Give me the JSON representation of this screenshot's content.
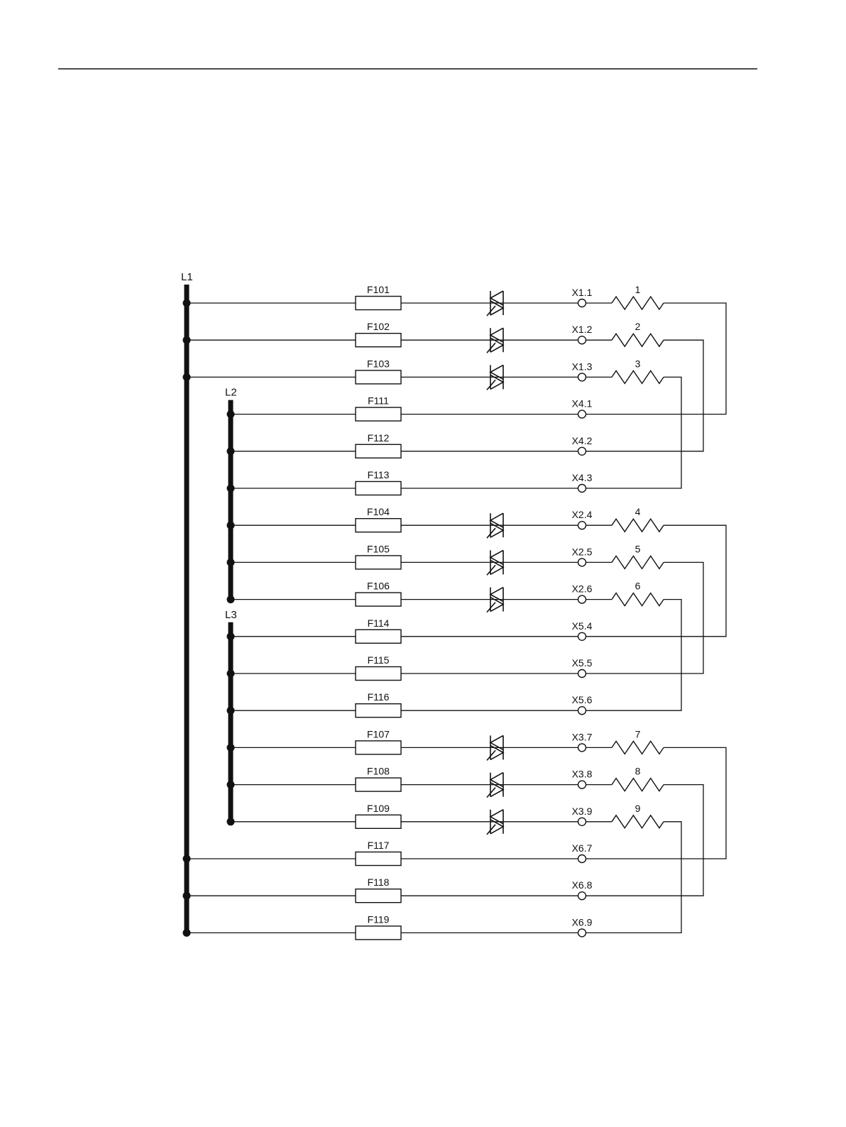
{
  "buses": [
    {
      "id": "L1",
      "label": "L1"
    },
    {
      "id": "L2",
      "label": "L2"
    },
    {
      "id": "L3",
      "label": "L3"
    }
  ],
  "rows": [
    {
      "bus": "L1",
      "fuse": "F101",
      "thyristor": true,
      "terminal": "X1.1",
      "heater": "1"
    },
    {
      "bus": "L1",
      "fuse": "F102",
      "thyristor": true,
      "terminal": "X1.2",
      "heater": "2"
    },
    {
      "bus": "L1",
      "fuse": "F103",
      "thyristor": true,
      "terminal": "X1.3",
      "heater": "3"
    },
    {
      "bus": "L2",
      "fuse": "F111",
      "thyristor": false,
      "terminal": "X4.1",
      "heater": ""
    },
    {
      "bus": "L2",
      "fuse": "F112",
      "thyristor": false,
      "terminal": "X4.2",
      "heater": ""
    },
    {
      "bus": "L2",
      "fuse": "F113",
      "thyristor": false,
      "terminal": "X4.3",
      "heater": ""
    },
    {
      "bus": "L2",
      "fuse": "F104",
      "thyristor": true,
      "terminal": "X2.4",
      "heater": "4"
    },
    {
      "bus": "L2",
      "fuse": "F105",
      "thyristor": true,
      "terminal": "X2.5",
      "heater": "5"
    },
    {
      "bus": "L2",
      "fuse": "F106",
      "thyristor": true,
      "terminal": "X2.6",
      "heater": "6"
    },
    {
      "bus": "L3",
      "fuse": "F114",
      "thyristor": false,
      "terminal": "X5.4",
      "heater": ""
    },
    {
      "bus": "L3",
      "fuse": "F115",
      "thyristor": false,
      "terminal": "X5.5",
      "heater": ""
    },
    {
      "bus": "L3",
      "fuse": "F116",
      "thyristor": false,
      "terminal": "X5.6",
      "heater": ""
    },
    {
      "bus": "L3",
      "fuse": "F107",
      "thyristor": true,
      "terminal": "X3.7",
      "heater": "7"
    },
    {
      "bus": "L3",
      "fuse": "F108",
      "thyristor": true,
      "terminal": "X3.8",
      "heater": "8"
    },
    {
      "bus": "L3",
      "fuse": "F109",
      "thyristor": true,
      "terminal": "X3.9",
      "heater": "9"
    },
    {
      "bus": "L1",
      "fuse": "F117",
      "thyristor": false,
      "terminal": "X6.7",
      "heater": ""
    },
    {
      "bus": "L1",
      "fuse": "F118",
      "thyristor": false,
      "terminal": "X6.8",
      "heater": ""
    },
    {
      "bus": "L1",
      "fuse": "F119",
      "thyristor": false,
      "terminal": "X6.9",
      "heater": ""
    }
  ],
  "return_links": [
    {
      "from_row": 0,
      "to_row": 3
    },
    {
      "from_row": 1,
      "to_row": 4
    },
    {
      "from_row": 2,
      "to_row": 5
    },
    {
      "from_row": 6,
      "to_row": 9
    },
    {
      "from_row": 7,
      "to_row": 10
    },
    {
      "from_row": 8,
      "to_row": 11
    },
    {
      "from_row": 12,
      "to_row": 15
    },
    {
      "from_row": 13,
      "to_row": 16
    },
    {
      "from_row": 14,
      "to_row": 17
    }
  ]
}
